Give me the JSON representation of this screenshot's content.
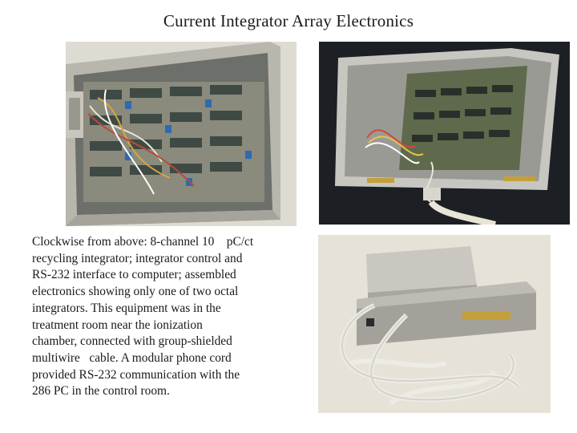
{
  "slide": {
    "title": "Current Integrator Array Electronics",
    "caption_lines": [
      "Clockwise from above: 8-channel 10    pC/ct",
      "recycling integrator; integrator control and",
      "RS-232 interface to computer; assembled",
      "electronics showing only one of two octal",
      "integrators. This equipment was in the",
      "treatment room near the ionization",
      "chamber, connected with group-shielded",
      "multiwire   cable. A modular phone cord",
      "provided RS-232 communication with the",
      "286 PC in the control room."
    ]
  }
}
